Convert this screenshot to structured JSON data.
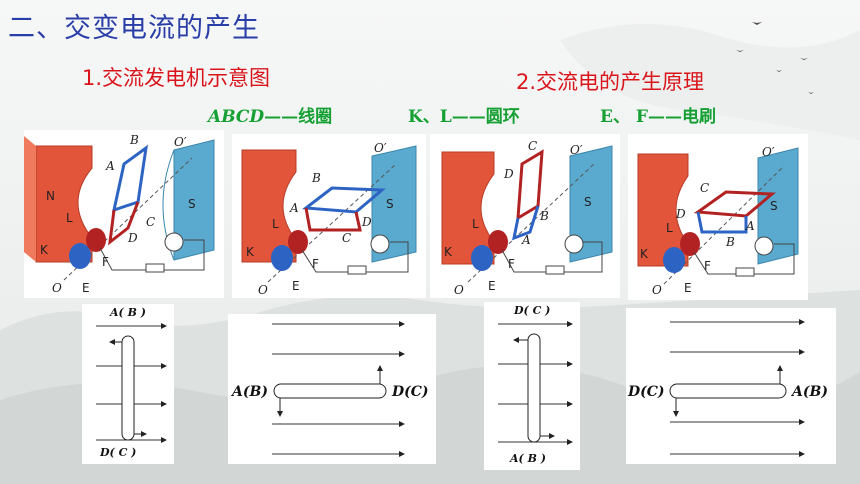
{
  "title": "二、交变电流的产生",
  "subtitles": {
    "generator": "1.交流发电机示意图",
    "principle": "2.交流电的产生原理"
  },
  "legend": {
    "coil_code": "ABCD",
    "coil_text": "——线圈",
    "ring": "K、L——圆环",
    "brush": "E、 F——电刷"
  },
  "generators": [
    {
      "labels": [
        "N",
        "S",
        "A",
        "B",
        "C",
        "D",
        "O′",
        "L",
        "K",
        "F",
        "E",
        "O"
      ]
    },
    {
      "labels": [
        "B",
        "O′",
        "A",
        "S",
        "D",
        "C",
        "L",
        "K",
        "F",
        "E",
        "O"
      ]
    },
    {
      "labels": [
        "C",
        "O′",
        "D",
        "B",
        "S",
        "A",
        "L",
        "K",
        "F",
        "E",
        "O"
      ]
    },
    {
      "labels": [
        "O′",
        "C",
        "D",
        "S",
        "A",
        "B",
        "L",
        "K",
        "F",
        "E",
        "O"
      ]
    }
  ],
  "cross_sections": [
    {
      "top": "A( B )",
      "bottom": "D( C )"
    },
    {
      "left": "A(B)",
      "right": "D(C)"
    },
    {
      "top": "D( C )",
      "bottom": "A( B )"
    },
    {
      "left": "D(C)",
      "right": "A(B)"
    }
  ],
  "colors": {
    "title": "#2a3ea8",
    "subtitle": "#d9151b",
    "legend": "#16a034",
    "north_pole": "#e2553b",
    "south_pole": "#5aa9cf",
    "coil_blue": "#2d64c4",
    "coil_red": "#b22222"
  }
}
